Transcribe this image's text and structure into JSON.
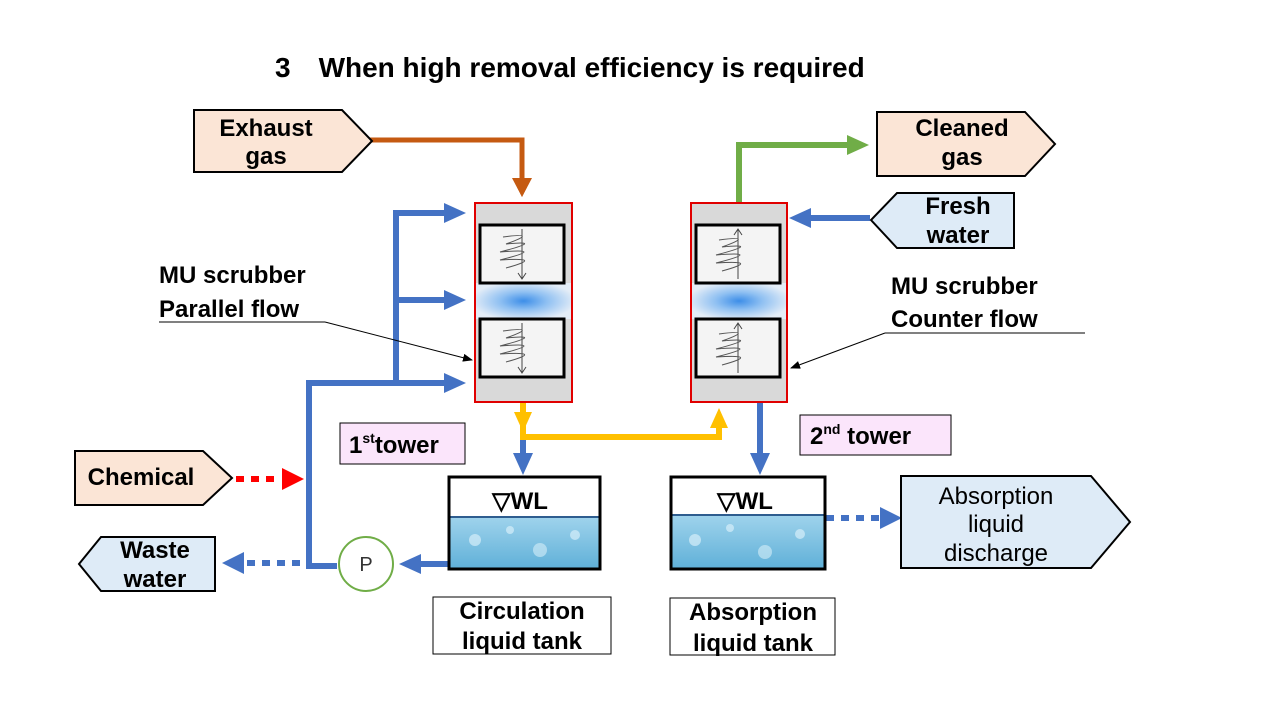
{
  "title": "3　When high removal efficiency is required",
  "io_labels": {
    "exhaust_gas": [
      "Exhaust",
      "gas"
    ],
    "cleaned_gas": [
      "Cleaned",
      "gas"
    ],
    "fresh_water": [
      "Fresh",
      "water"
    ],
    "chemical": "Chemical",
    "waste_water": [
      "Waste",
      "water"
    ],
    "absorption_discharge": [
      "Absorption",
      "liquid",
      "discharge"
    ]
  },
  "scrubber_labels": {
    "parallel": [
      "MU scrubber",
      "Parallel flow"
    ],
    "counter": [
      "MU scrubber",
      "Counter flow"
    ]
  },
  "towers": {
    "first": {
      "sup": "st",
      "num": "1",
      "word": "tower"
    },
    "second": {
      "sup": "nd",
      "num": "2",
      "word": " tower"
    }
  },
  "tanks": {
    "water_level": "▽WL",
    "circulation": [
      "Circulation",
      "liquid tank"
    ],
    "absorption": [
      "Absorption",
      "liquid tank"
    ]
  },
  "pump_label": "P",
  "colors": {
    "exhaust_line": "#c55a11",
    "clean_line": "#70ad47",
    "water_line": "#4472c4",
    "transfer_line": "#ffc000",
    "chemical_line": "#ff0000",
    "tower_border": "#e00000",
    "warm_fill": "#fbe5d6",
    "cool_fill": "#deebf7",
    "tower_label_fill": "#fbe5fb"
  }
}
